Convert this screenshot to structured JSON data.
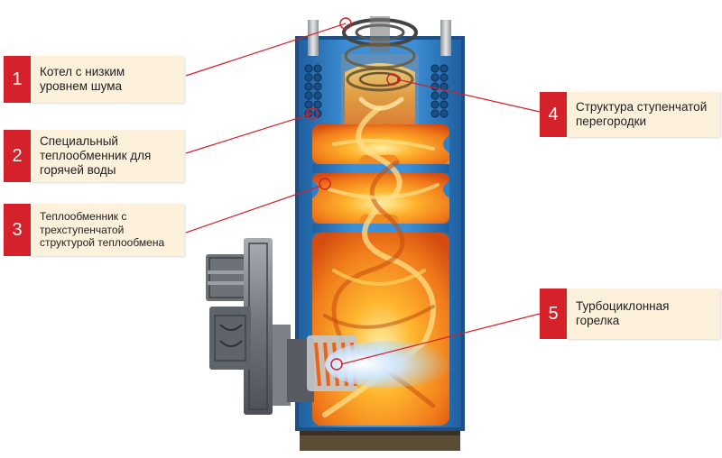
{
  "callouts": [
    {
      "number": "1",
      "lines": [
        "Котел с низким",
        "уровнем шума"
      ]
    },
    {
      "number": "2",
      "lines": [
        "Специальный",
        "теплообменник для",
        "горячей воды"
      ]
    },
    {
      "number": "3",
      "lines": [
        "Теплообменник с",
        "трехступенчатой",
        "структурой теплообмена"
      ]
    },
    {
      "number": "4",
      "lines": [
        "Структура ступенчатой",
        "перегородки"
      ]
    },
    {
      "number": "5",
      "lines": [
        "Турбоциклонная",
        "горелка"
      ]
    }
  ],
  "colors": {
    "accent_red": "#d4212a",
    "label_background": "#fdf1dc",
    "boiler_blue": "#2f80c8",
    "flame_orange": "#f07a1a",
    "flame_yellow": "#ffc640",
    "burner_gray": "#8a8f96"
  }
}
